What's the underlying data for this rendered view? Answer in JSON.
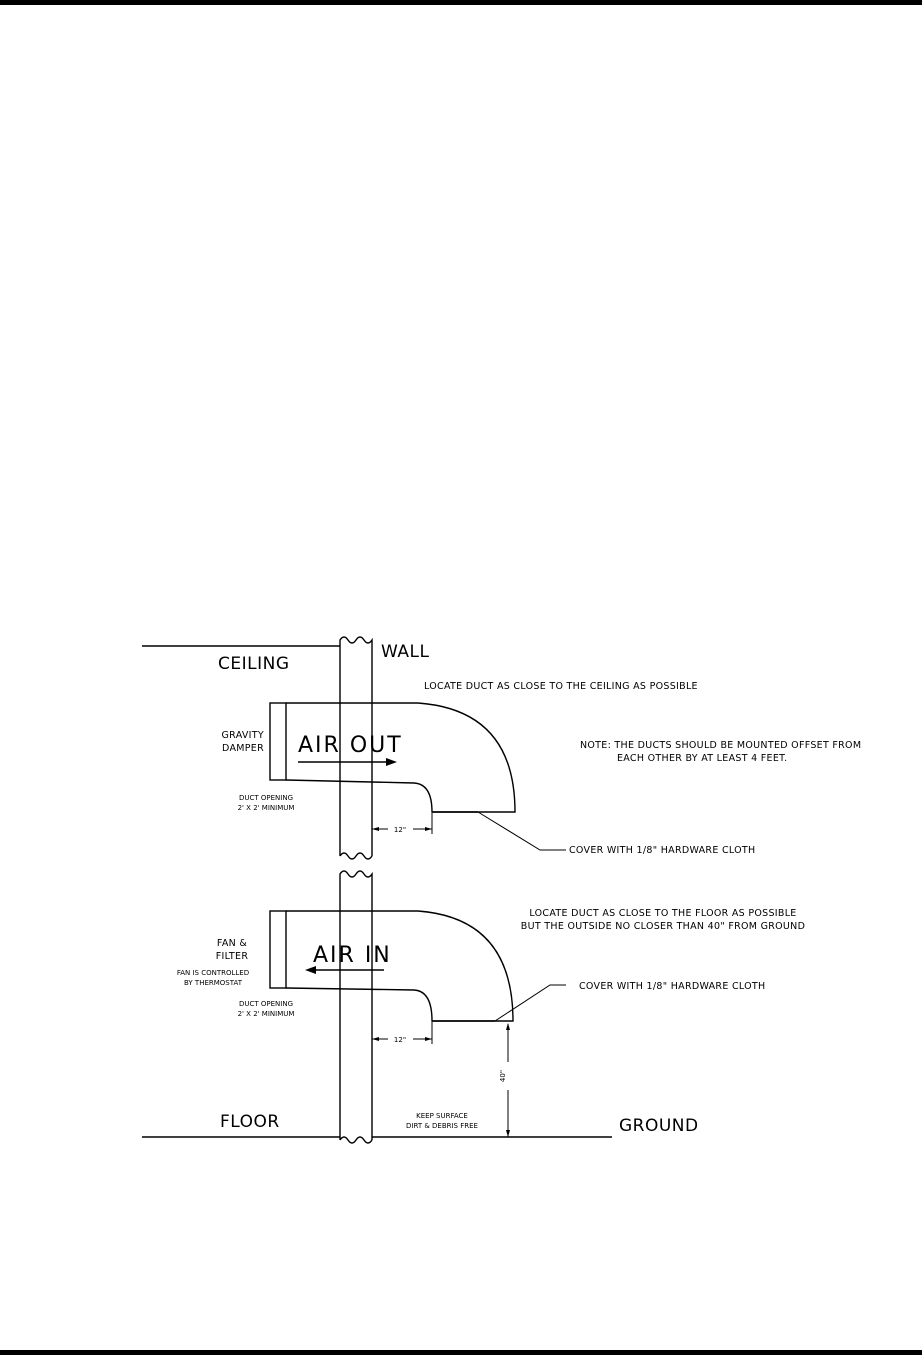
{
  "labels": {
    "wall": "WALL",
    "ceiling": "CEILING",
    "floor": "FLOOR",
    "ground": "GROUND",
    "ceiling_note": "LOCATE DUCT AS CLOSE TO THE CEILING AS POSSIBLE",
    "offset_note_1": "NOTE:  THE DUCTS SHOULD BE MOUNTED OFFSET FROM",
    "offset_note_2": "EACH OTHER BY AT LEAST 4 FEET.",
    "floor_note_1": "LOCATE DUCT AS CLOSE TO THE FLOOR AS POSSIBLE",
    "floor_note_2": "BUT THE OUTSIDE NO CLOSER THAN 40\" FROM GROUND",
    "surface_note_1": "KEEP SURFACE",
    "surface_note_2": "DIRT & DEBRIS FREE"
  },
  "upper_duct": {
    "label": "AIR OUT",
    "side_label_1": "GRAVITY",
    "side_label_2": "DAMPER",
    "opening_1": "DUCT OPENING",
    "opening_2": "2' X 2' MINIMUM",
    "dimension": "12\"",
    "cover_note": "COVER WITH 1/8\" HARDWARE CLOTH"
  },
  "lower_duct": {
    "label": "AIR IN",
    "side_label_1": "FAN &",
    "side_label_2": "FILTER",
    "control_1": "FAN IS CONTROLLED",
    "control_2": "BY THERMOSTAT",
    "opening_1": "DUCT OPENING",
    "opening_2": "2' X 2' MINIMUM",
    "dimension": "12\"",
    "height_dimension": "40\"",
    "cover_note": "COVER WITH 1/8\" HARDWARE CLOTH"
  }
}
